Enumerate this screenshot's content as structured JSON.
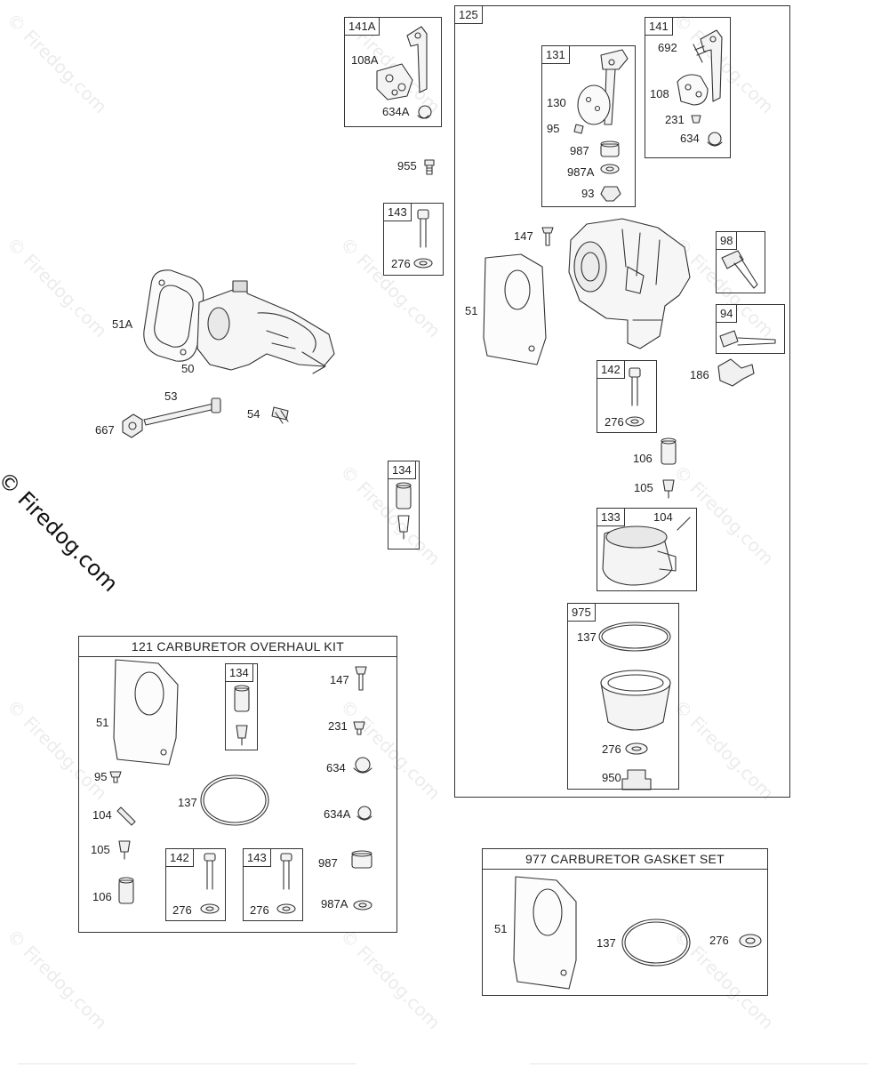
{
  "watermark": "© Firedog.com",
  "assemblies": {
    "a141A": {
      "tab": "141A",
      "labels": [
        "108A",
        "634A"
      ]
    },
    "a955": {
      "label": "955"
    },
    "a143": {
      "tab": "143",
      "labels": [
        "276"
      ]
    },
    "a134": {
      "tab": "134"
    },
    "a125": {
      "tab": "125",
      "labels": [
        "147",
        "51",
        "186",
        "106",
        "105"
      ]
    },
    "a131": {
      "tab": "131",
      "labels": [
        "130",
        "95",
        "987",
        "987A",
        "93"
      ]
    },
    "a141": {
      "tab": "141",
      "labels": [
        "692",
        "108",
        "231",
        "634"
      ]
    },
    "a98": {
      "tab": "98"
    },
    "a94": {
      "tab": "94"
    },
    "a142": {
      "tab": "142",
      "labels": [
        "276"
      ]
    },
    "a133": {
      "tab": "133",
      "labels": [
        "104"
      ]
    },
    "a975": {
      "tab": "975",
      "labels": [
        "137",
        "276",
        "950"
      ]
    },
    "intake": {
      "labels": [
        "51A",
        "50",
        "53",
        "667",
        "54"
      ]
    }
  },
  "kit121": {
    "title": "121 CARBURETOR OVERHAUL KIT",
    "labels": [
      "51",
      "95",
      "104",
      "105",
      "106",
      "137",
      "147",
      "231",
      "634",
      "634A",
      "987",
      "987A"
    ],
    "sub134": {
      "tab": "134"
    },
    "sub142": {
      "tab": "142",
      "labels": [
        "276"
      ]
    },
    "sub143": {
      "tab": "143",
      "labels": [
        "276"
      ]
    }
  },
  "kit977": {
    "title": "977 CARBURETOR GASKET SET",
    "labels": [
      "51",
      "137",
      "276"
    ]
  }
}
